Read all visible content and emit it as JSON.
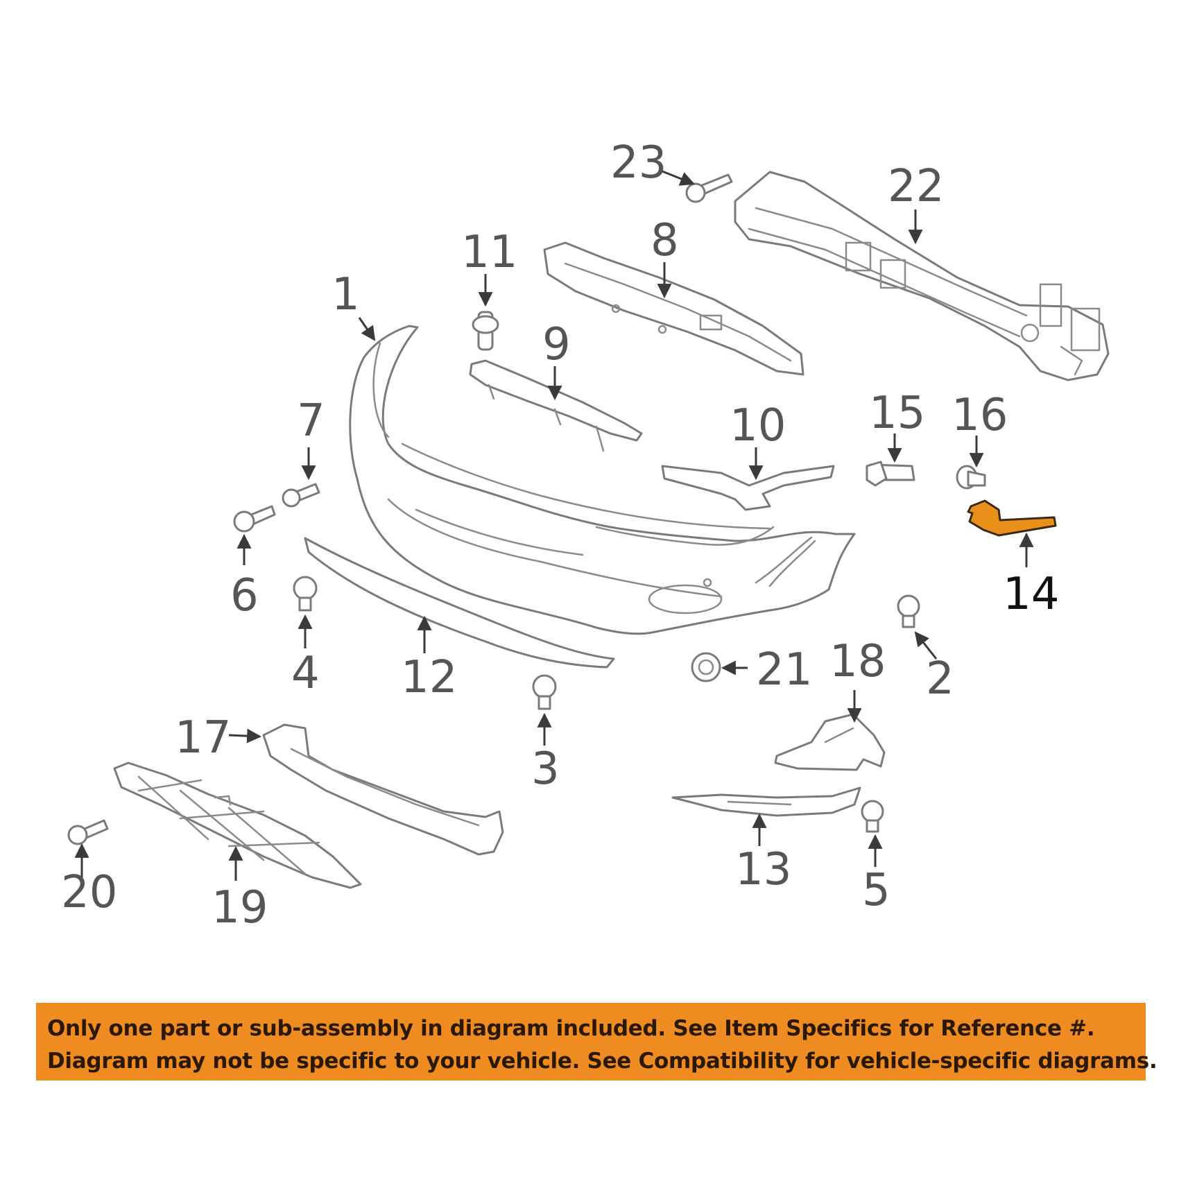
{
  "diagram": {
    "callouts": [
      {
        "id": "1",
        "label": "1"
      },
      {
        "id": "2",
        "label": "2"
      },
      {
        "id": "3",
        "label": "3"
      },
      {
        "id": "4",
        "label": "4"
      },
      {
        "id": "5",
        "label": "5"
      },
      {
        "id": "6",
        "label": "6"
      },
      {
        "id": "7",
        "label": "7"
      },
      {
        "id": "8",
        "label": "8"
      },
      {
        "id": "9",
        "label": "9"
      },
      {
        "id": "10",
        "label": "10"
      },
      {
        "id": "11",
        "label": "11"
      },
      {
        "id": "12",
        "label": "12"
      },
      {
        "id": "13",
        "label": "13"
      },
      {
        "id": "14",
        "label": "14",
        "highlighted": true
      },
      {
        "id": "15",
        "label": "15"
      },
      {
        "id": "16",
        "label": "16"
      },
      {
        "id": "17",
        "label": "17"
      },
      {
        "id": "18",
        "label": "18"
      },
      {
        "id": "19",
        "label": "19"
      },
      {
        "id": "20",
        "label": "20"
      },
      {
        "id": "21",
        "label": "21"
      },
      {
        "id": "22",
        "label": "22"
      },
      {
        "id": "23",
        "label": "23"
      }
    ],
    "colors": {
      "highlight_part": "#e8901a",
      "banner_background": "#ee8c22",
      "outline": "#7a7a7a"
    }
  },
  "disclaimer": {
    "line1": "Only one part or sub-assembly in diagram included. See Item Specifics for Reference #.",
    "line2": "Diagram may not be specific to your vehicle. See Compatibility for vehicle-specific diagrams."
  }
}
